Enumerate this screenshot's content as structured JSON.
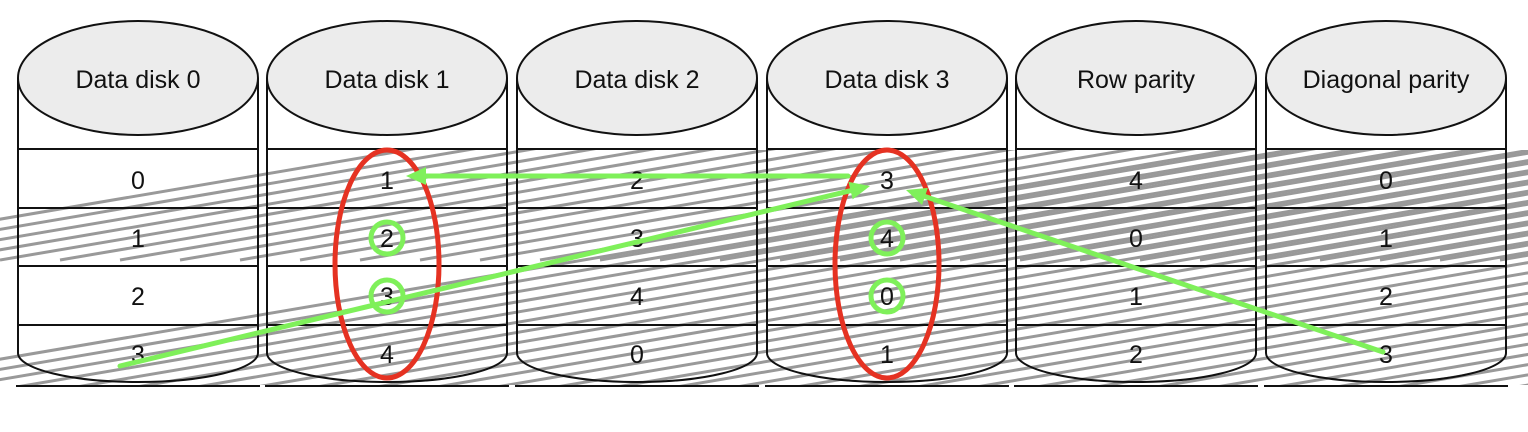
{
  "colors": {
    "cap_fill": "#ececec",
    "outline": "#111111",
    "diagonal": "#999999",
    "failed_disk_oval": "#e53222",
    "recovery_path": "#7ff05a"
  },
  "disks": [
    {
      "label": "Data disk 0",
      "cells": [
        "0",
        "1",
        "2",
        "3"
      ]
    },
    {
      "label": "Data disk 1",
      "cells": [
        "1",
        "2",
        "3",
        "4"
      ]
    },
    {
      "label": "Data disk 2",
      "cells": [
        "2",
        "3",
        "4",
        "0"
      ]
    },
    {
      "label": "Data disk 3",
      "cells": [
        "3",
        "4",
        "0",
        "1"
      ]
    },
    {
      "label": "Row parity",
      "cells": [
        "4",
        "0",
        "1",
        "2"
      ]
    },
    {
      "label": "Diagonal parity",
      "cells": [
        "0",
        "1",
        "2",
        "3"
      ]
    }
  ],
  "highlights": {
    "failed_disks": [
      1,
      3
    ],
    "circled_cells": [
      {
        "disk": 1,
        "row": 1
      },
      {
        "disk": 1,
        "row": 2
      },
      {
        "disk": 3,
        "row": 1
      },
      {
        "disk": 3,
        "row": 2
      }
    ],
    "arrows": [
      {
        "from": {
          "disk": 5,
          "row": 3
        },
        "to": {
          "disk": 3,
          "row": 0
        }
      },
      {
        "from": {
          "disk": 3,
          "row": 0
        },
        "to": {
          "disk": 1,
          "row": 0
        }
      },
      {
        "from": {
          "disk": 0,
          "row": 3
        },
        "to": {
          "disk": 3,
          "row": 0
        }
      }
    ]
  }
}
